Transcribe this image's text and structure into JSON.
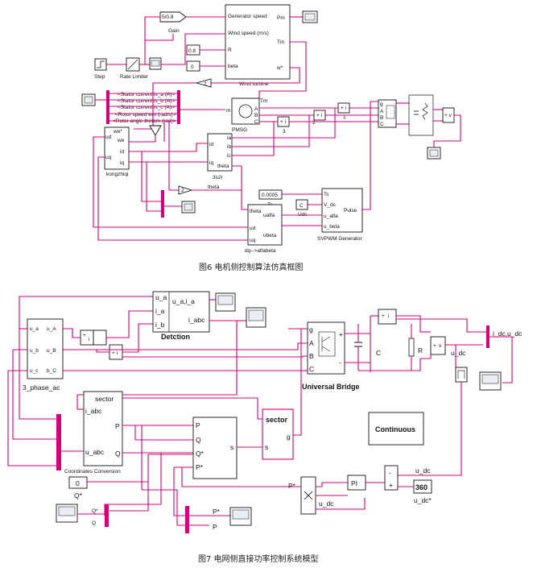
{
  "fig6": {
    "caption": "图6  电机侧控制算法仿真框图",
    "blocks": {
      "gain_value": "5/0.8",
      "gain_label": "Gain",
      "step_label": "Step",
      "rate_limiter_label": "Rate Limiter",
      "r_value": "0.8",
      "beta_value": "0",
      "wind_turbine_label": "Wind turbine",
      "wt_in1": "Generator speed",
      "wt_in2": "Wind speed (m/s)",
      "wt_in3": "R",
      "wt_in4": "beta",
      "wt_out1": "Pm",
      "wt_out2": "Tm",
      "wt_out3": "w*",
      "gain2_value": "2",
      "stator_ia": "<Stator current is_a (A)>",
      "stator_ib": "<Stator current is_b (A)>",
      "stator_ic": "<Stator current is_c (A)>",
      "rotor_speed": "<Rotor speed wm (rad/s)>",
      "rotor_angle": "<Rotor angle thetam (rad)>",
      "pmsg_label": "PMSG",
      "pmsg_m": "m",
      "pmsg_tm": "Tm",
      "pmsg_a": "A",
      "pmsg_b": "B",
      "pmsg_c": "C",
      "kongzhiqi_label": "kongzhiqi",
      "kz_we_ref": "we*",
      "kz_we": "we",
      "kz_id": "id",
      "kz_iq": "iq",
      "kz_ud": "ud",
      "kz_uq": "uq",
      "s2r_label": "3s2r",
      "s2r_ia": "ia",
      "s2r_ib": "ib",
      "s2r_ic": "ic",
      "s2r_theta": "theta",
      "s2r_id": "id",
      "s2r_iq": "iq",
      "gain3_value": "2",
      "theta_label": "theta",
      "ts_value": "0.0005",
      "ts_label": "Ts",
      "udc_const": "C",
      "udc_label": "Udc",
      "svpwm_label": "SVPWM Generator",
      "sv_ts": "Ts",
      "sv_vdc": "V_dc",
      "sv_ualfa": "u_alfa",
      "sv_ubeta": "u_beta",
      "sv_pulse": "Pulse",
      "dq_label": "dq-->alfabeta",
      "dq_theta": "theta",
      "dq_ud": "ud",
      "dq_uq": "uq",
      "dq_ualfa": "ualfa",
      "dq_ubeta": "ubeta",
      "num3": "3",
      "num1": "1",
      "num2": "2",
      "bridge_g": "g",
      "bridge_a": "A",
      "bridge_b": "B",
      "bridge_c": "C",
      "v_label": "v",
      "r_label": "R"
    }
  },
  "fig7": {
    "caption": "图7  电网侧直接功率控制系统模型",
    "blocks": {
      "phase_ac_label": "3_phase_ac",
      "pa_ua": "u_a",
      "pa_ua2": "u_A",
      "pa_ub": "u_b",
      "pa_ub2": "u_B",
      "pa_uc": "u_c",
      "pa_uc2": "b_C",
      "detction_label": "Detction",
      "det_ua": "u_a",
      "det_ia": "i_a",
      "det_ib": "i_b",
      "det_out1": "u_a,i_a",
      "det_out2": "i_abc",
      "cc_label": "Coordinates Conversion",
      "cc_iabc": "i_abc",
      "cc_uabc": "u_abc",
      "cc_sector": "sector",
      "cc_p": "P",
      "cc_q": "Q",
      "sel_p": "P",
      "sel_q": "Q",
      "sel_qref": "Q*",
      "sel_pref": "P*",
      "sel_s": "s",
      "sector_label": "sector",
      "sector_s": "s",
      "sector_g": "g",
      "ub_label": "Universal Bridge",
      "ub_g": "g",
      "ub_a": "A",
      "ub_b": "B",
      "ub_c": "C",
      "ub_plus": "+",
      "ub_minus": "-",
      "cap_label": "C",
      "res_label": "R",
      "i_label": "i",
      "v_label": "v",
      "idc_udc": "i_dc,u_dc",
      "u_dc": "u_dc",
      "continuous_label": "Continuous",
      "q_const": "0",
      "q_ref": "Q*",
      "pi_label": "PI",
      "udc_ref_value": "360",
      "udc_in": "u_dc",
      "udc_ref_label": "u_dc*",
      "p_ref": "P*",
      "mult_udc": "u_dc",
      "qscope_qref": "Q*",
      "qscope_q": "Q",
      "pscope_pref": "P*",
      "pscope_p": "P",
      "minus": "-",
      "plus": "+"
    }
  }
}
